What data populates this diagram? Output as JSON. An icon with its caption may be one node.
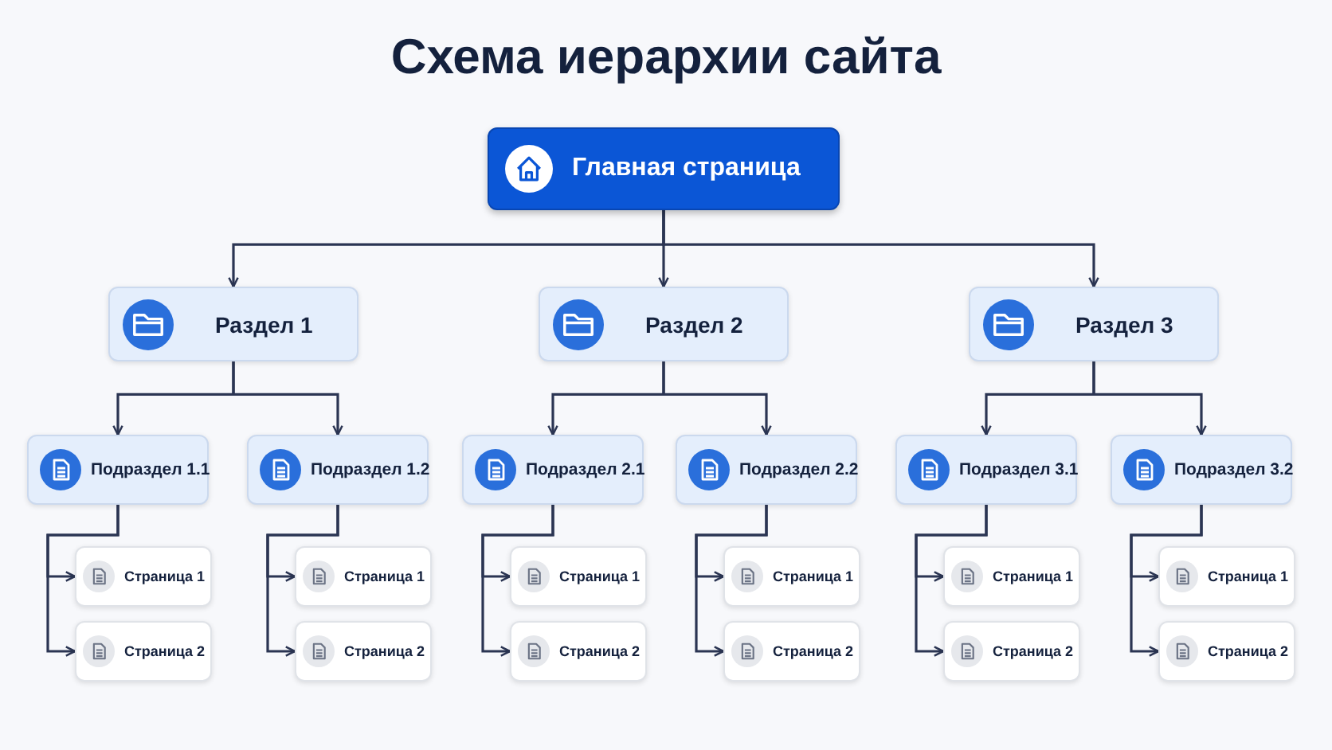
{
  "diagram": {
    "title": "Схема иерархии сайта",
    "nodes": [
      {
        "text": [
          "Главная страница"
        ]
      },
      {
        "text": [
          "Раздел 1"
        ]
      },
      {
        "text": [
          "Раздел 2"
        ]
      },
      {
        "text": [
          "Раздел 3"
        ]
      },
      {
        "text": [
          "Подраздел 1.1"
        ]
      },
      {
        "text": [
          "Подраздел 1.2"
        ]
      },
      {
        "text": [
          "Подраздел 2.1"
        ]
      },
      {
        "text": [
          "Подраздел 2.2"
        ]
      },
      {
        "text": [
          "Подраздел 3.1"
        ]
      },
      {
        "text": [
          "Подраздел 3.2"
        ]
      },
      {
        "text": [
          "Страница 1"
        ]
      },
      {
        "text": [
          "Страница 2"
        ]
      },
      {
        "text": [
          "Страница 1"
        ]
      },
      {
        "text": [
          "Страница 2"
        ]
      },
      {
        "text": [
          "Страница 1"
        ]
      },
      {
        "text": [
          "Страница 2"
        ]
      },
      {
        "text": [
          "Страница 1"
        ]
      },
      {
        "text": [
          "Страница 2"
        ]
      },
      {
        "text": [
          "Страница 1"
        ]
      },
      {
        "text": [
          "Страница 2"
        ]
      },
      {
        "text": [
          "Страница 1"
        ]
      },
      {
        "text": [
          "Страница 2"
        ]
      }
    ],
    "edges": [
      {
        "from": 0,
        "to": 1,
        "arrow": "to"
      },
      {
        "from": 0,
        "to": 2,
        "arrow": "to"
      },
      {
        "from": 0,
        "to": 3,
        "arrow": "to"
      },
      {
        "from": 1,
        "to": 4,
        "arrow": "to"
      },
      {
        "from": 1,
        "to": 5,
        "arrow": "to"
      },
      {
        "from": 2,
        "to": 6,
        "arrow": "to"
      },
      {
        "from": 2,
        "to": 7,
        "arrow": "to"
      },
      {
        "from": 3,
        "to": 8,
        "arrow": "to"
      },
      {
        "from": 3,
        "to": 9,
        "arrow": "to"
      },
      {
        "from": 4,
        "to": 10,
        "arrow": "to"
      },
      {
        "from": 4,
        "to": 11,
        "arrow": "to"
      },
      {
        "from": 5,
        "to": 12,
        "arrow": "to"
      },
      {
        "from": 5,
        "to": 13,
        "arrow": "to"
      },
      {
        "from": 6,
        "to": 14,
        "arrow": "to"
      },
      {
        "from": 6,
        "to": 15,
        "arrow": "to"
      },
      {
        "from": 7,
        "to": 16,
        "arrow": "to"
      },
      {
        "from": 7,
        "to": 17,
        "arrow": "to"
      },
      {
        "from": 8,
        "to": 18,
        "arrow": "to"
      },
      {
        "from": 8,
        "to": 19,
        "arrow": "to"
      },
      {
        "from": 9,
        "to": 20,
        "arrow": "to"
      },
      {
        "from": 9,
        "to": 21,
        "arrow": "to"
      }
    ]
  }
}
